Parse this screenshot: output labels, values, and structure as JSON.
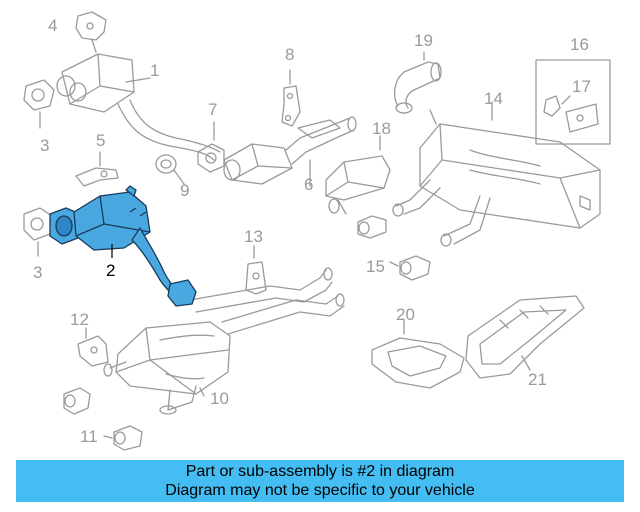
{
  "callouts": {
    "c1": "1",
    "c2": "2",
    "c3a": "3",
    "c3b": "3",
    "c4": "4",
    "c5": "5",
    "c6": "6",
    "c7": "7",
    "c8": "8",
    "c9": "9",
    "c10": "10",
    "c11": "11",
    "c12": "12",
    "c13": "13",
    "c14": "14",
    "c15": "15",
    "c16": "16",
    "c17": "17",
    "c18": "18",
    "c19": "19",
    "c20": "20",
    "c21": "21"
  },
  "banner": {
    "line1": "Part or sub-assembly is #2 in diagram",
    "line2": "Diagram may not be specific to your vehicle"
  },
  "colors": {
    "highlight": "#4aa8e0",
    "line_art": "#9a9a9a",
    "banner": "#44bdf2"
  }
}
